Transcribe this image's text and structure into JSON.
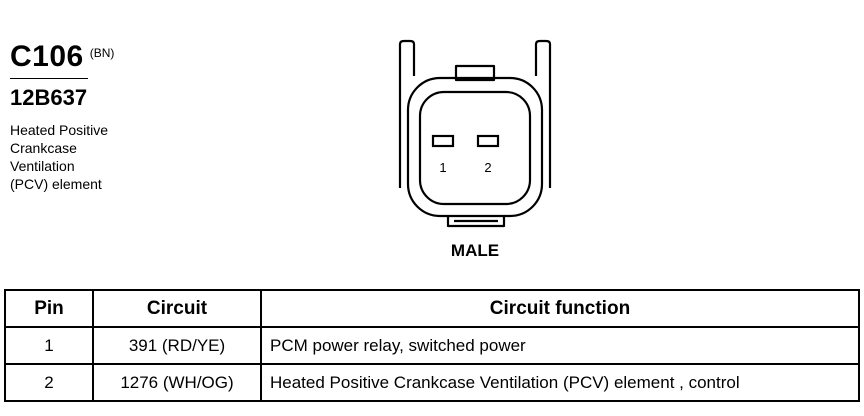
{
  "header": {
    "connector_id": "C106",
    "connector_color": "(BN)",
    "part_number": "12B637",
    "description_lines": [
      "Heated Positive",
      "Crankcase",
      "Ventilation",
      "(PCV) element"
    ]
  },
  "connector": {
    "pin_labels": [
      "1",
      "2"
    ],
    "gender_label": "MALE"
  },
  "pin_table": {
    "headers": {
      "pin": "Pin",
      "circuit": "Circuit",
      "function": "Circuit function"
    },
    "rows": [
      {
        "pin": "1",
        "circuit": "391 (RD/YE)",
        "function": "PCM power relay, switched power"
      },
      {
        "pin": "2",
        "circuit": "1276 (WH/OG)",
        "function": "Heated Positive Crankcase Ventilation (PCV) element , control"
      }
    ]
  }
}
